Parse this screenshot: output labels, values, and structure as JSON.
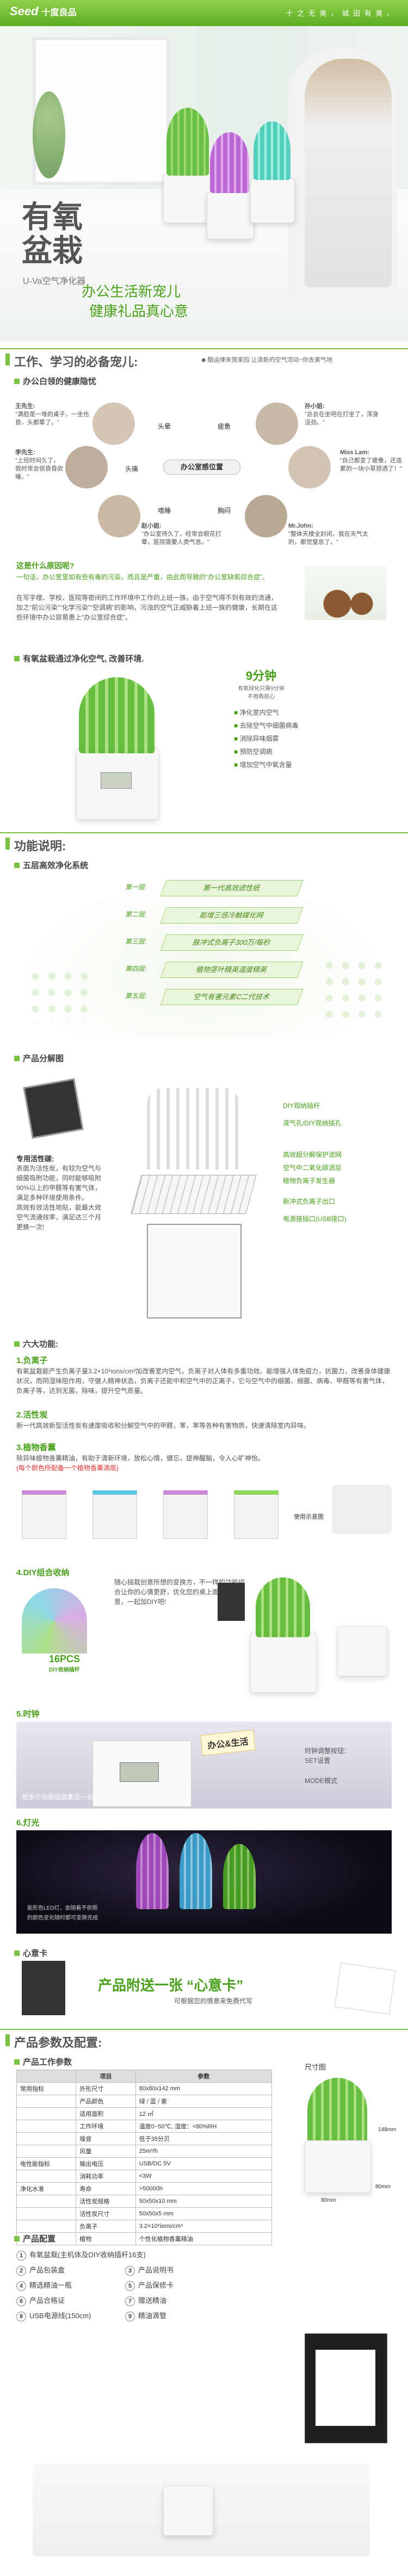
{
  "header": {
    "brand": "Seed",
    "brand_cn": "十度良品",
    "slogan": "十 之 无 美 ， 城 田 有 美 。"
  },
  "hero": {
    "title_line1": "有氧",
    "title_line2": "盆栽",
    "subtitle": "U-Va空气净化器",
    "tag_line1": "办公生活新宠儿",
    "tag_line2": "健康礼品真心意",
    "caption": "◆ 酷运律来营家园  让清新的空气流动~你去美气地"
  },
  "sec1": {
    "title": "工作、学习的必备宠儿:",
    "sub1": "办公白领的健康隐忧",
    "center": "办公室感位置",
    "nodes": [
      "头晕",
      "疲惫",
      "头痛",
      "嗜睡",
      "胸闷"
    ],
    "people": [
      {
        "name": "王先生:",
        "text": "\"满脸是一堆的桌子，一坐也昏，头都晕了。\""
      },
      {
        "name": "孙小姐:",
        "text": "\"总会在坐吧在打坐了，浑身没劲。\""
      },
      {
        "name": "李先生:",
        "text": "\"上班时间久了，我时常会很昏昏欲睡。\""
      },
      {
        "name": "Miss Lam:",
        "text": "\"自己都变了疲惫，还连累的一块小草烦透了！\""
      },
      {
        "name": "赵小姐:",
        "text": "\"办公室待久了，经常会眼花打晕，医院需要人类气息。\""
      },
      {
        "name": "Mr.John:",
        "text": "\"整体天楼全封闭，我在天气太的，都觉窒息了。\""
      }
    ],
    "q_title": "这是什么原因呢?",
    "para1": "一句话，办公室里如有些有毒的污染，而且是严重，由此而导致的“办公室缺氧综合症”。",
    "para2": "在写字楼、学校、医院等密闭的工作环境中工作的上班一族，由于空气得不到有效的流通，加之“前公污染”“化学污染”“空调病”的影响，污浊的空气正威胁着上班一族的健康，长期在这些环境中办公容易患上“办公室综合症”。",
    "sub2": "有氧盆栽通过净化空气, 改善环境.",
    "minutes": "9分钟",
    "minutes_note": "有氧绿化只需9分钟\n不用再担心",
    "benefits": [
      "净化室内空气",
      "去除空气中细菌病毒",
      "消除异味烟雾",
      "预防空调病",
      "增加空气中氧含量"
    ]
  },
  "sec2": {
    "title": "功能说明:",
    "sub1": "五层高效净化系统",
    "layers": [
      {
        "name": "第一层:",
        "text": "第一代高效滤性纸"
      },
      {
        "name": "第二层:",
        "text": "能增三倍冷触媒化网"
      },
      {
        "name": "第三层:",
        "text": "肤冲式负离子300万/每秒"
      },
      {
        "name": "第四层:",
        "text": "植物茎叶精英温度精英"
      },
      {
        "name": "第五层:",
        "text": "空气有害元素C二代技术"
      }
    ],
    "sub2": "产品分解图",
    "parts": [
      "DIY观纳插杆",
      "液气孔/DIY观纳插孔",
      "高效超分解保护滤网",
      "空气中二氧化碳滤层",
      "植物负离子发生器",
      "新冲式负离子出口",
      "电源接插口(USB接口)"
    ],
    "patent_title": "专用活性碳:",
    "patent_text": "表面为活性炭，有较为空气与细菌吸附功能，同时能够吸附90%以上的甲醛等有害气体，满足多种环境使用条件。\n高效有效活性地贴，能最大效空气流通效率，满足达三个月更换一次!",
    "sub3": "六大功能:",
    "f1_title": "1.负离子",
    "f1_text": "有氧盆栽能产生负离子量3.2×10⁶ions/cm³加改善室内空气，负离子对人体有多重功效。能增强人体免疫力，抗菌力，改善身体健康状况，而阴湿味阻作用，守健人精神状态，负离子还能中和空气中的正离子，它与空气中的细菌、细菌、病毒、甲醛等有害气体，负离子等，达到无菌，除味，提升空气质量。",
    "f2_title": "2.活性炭",
    "f2_text": "新一代高效新型活性炭有速度吸收和分解空气中的甲醛，苯，苯等各种有害物质，快速清除室内异味。",
    "f3_title": "3.植物香薰",
    "f3_text": "除异味植物香薰精油，有助于清新环境，放松心情，健忘，提神醒脑，令人心旷神怡。",
    "f3_note": "(每个颜色所配备一个植物香薰滴瓶)",
    "f3_use": "使用示意图",
    "f4_title": "4.DIY组合收纳",
    "f4_text": "随心插栽创意所想的变换方，不一样的功能组合让你的心情更舒，优化您的桌上面加一份美景，一起加DIY吧!",
    "f4_pcs": "16PCS",
    "f4_pcs_note": "DIY收纳插杆",
    "f5_title": "5.时钟",
    "f5_note": "把多个功能组装集在一台里",
    "f5_callout": "办公&生活",
    "f5_labels": [
      "时钟调整按钮：\nSET设置",
      "MODE模式"
    ],
    "f6_title": "6.灯光",
    "f6_note": "能形色LED灯，会随着不依照\n的颜色变化随时都可变换完成",
    "sub4": "心意卡",
    "card_text": "产品附送一张 “心意卡”",
    "card_note": "可根据您的情意来免费代写"
  },
  "sec3": {
    "title": "产品参数及配置:",
    "sub1": "产品工作参数",
    "dims_title": "尺寸图",
    "dims": [
      "148mm",
      "80mm",
      "80mm"
    ],
    "table_header": [
      "项目",
      "参数"
    ],
    "rows": [
      [
        "常用指标",
        "外形尺寸",
        "80x80x142 mm"
      ],
      [
        "",
        "产品颜色",
        "绿 / 蓝 / 紫"
      ],
      [
        "",
        "适用面积",
        "12 ㎡"
      ],
      [
        "",
        "工作环境",
        "温度0~50℃, 湿度：<80%RH"
      ],
      [
        "",
        "噪音",
        "低于35分贝"
      ],
      [
        "",
        "风量",
        "25m³/h"
      ],
      [
        "电性能指标",
        "输出电压",
        "USB/DC 5V"
      ],
      [
        "",
        "消耗功率",
        "<3W"
      ],
      [
        "净化水准",
        "寿命",
        ">50000h"
      ],
      [
        "",
        "活性炭规格",
        "50x50x10 mm"
      ],
      [
        "",
        "活性炭尺寸",
        "50x50x5 mm"
      ],
      [
        "",
        "负离子",
        "3.2×10⁶ions/cm³"
      ],
      [
        "",
        "植物",
        "个性化植物香薰精油"
      ]
    ],
    "sub2": "产品配置",
    "accessories": [
      "有氧盆栽(主机体及DIY收纳插杆16支)",
      "产品说明书",
      "产品包装盒",
      "精选精油一瓶",
      "精油滴管",
      "产品保修卡",
      "产品合格证",
      "赠送精油",
      "USB电源线(150cm)"
    ]
  }
}
